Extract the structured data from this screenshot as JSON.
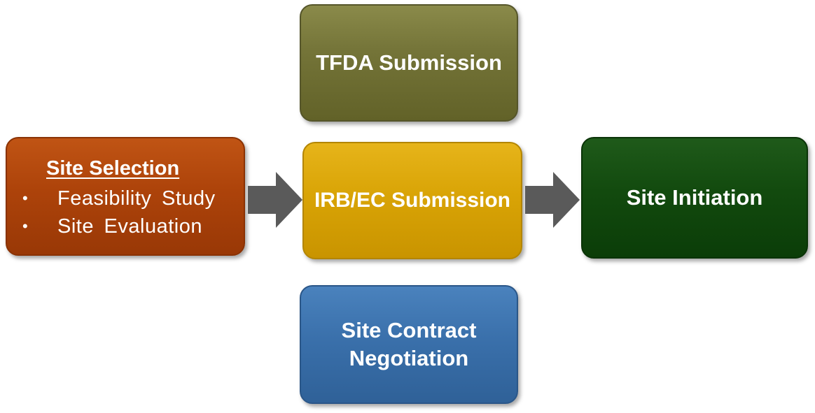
{
  "nodes": {
    "tfda": {
      "label": "TFDA Submission"
    },
    "irb": {
      "label": "IRB/EC Submission"
    },
    "contract": {
      "line1": "Site Contract",
      "line2": "Negotiation"
    },
    "initiation": {
      "label": "Site Initiation"
    },
    "selection": {
      "title": "Site Selection",
      "items": [
        "Feasibility Study",
        "Site Evaluation"
      ]
    }
  },
  "colors": {
    "tfda": "#747438",
    "irb": "#d9a406",
    "contract": "#3a70ab",
    "initiation": "#124a0e",
    "selection": "#ad430a",
    "arrow": "#5a5a5a"
  }
}
